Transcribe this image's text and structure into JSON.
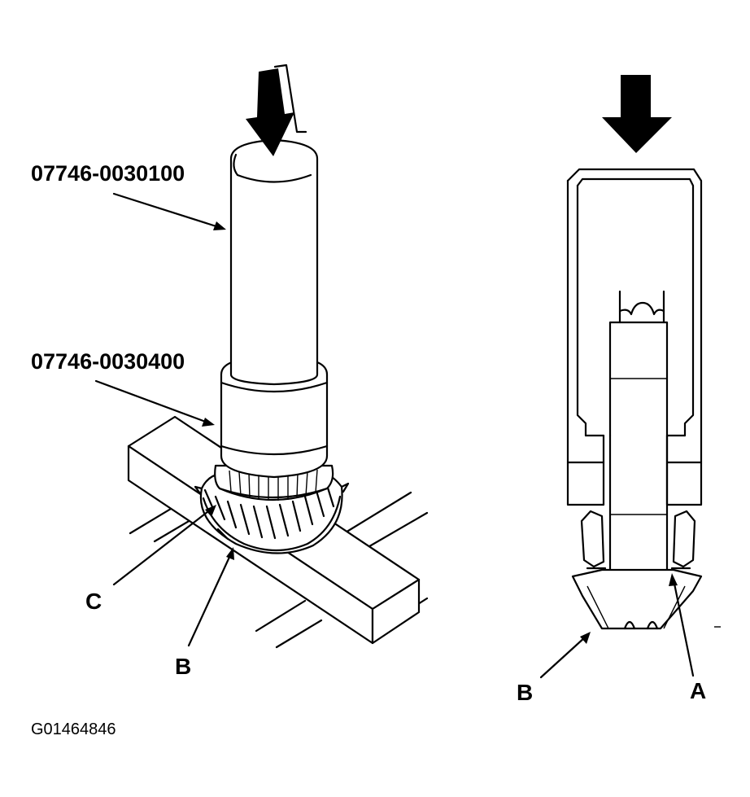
{
  "labels": {
    "tool_upper": "07746-0030100",
    "tool_lower": "07746-0030400",
    "left_c": "C",
    "left_b": "B",
    "right_b": "B",
    "right_a": "A"
  },
  "figure_id": "G01464846",
  "colors": {
    "ink": "#000000",
    "paper": "#ffffff"
  },
  "icons": [
    "press-arrow-icon"
  ]
}
